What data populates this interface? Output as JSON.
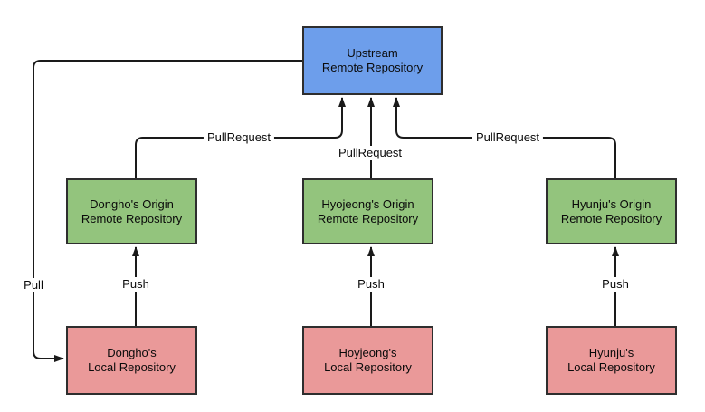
{
  "diagram": {
    "description": "Git workflow diagram with one shared upstream remote repository, three per-user origin remote repositories, and three local repositories"
  },
  "nodes": {
    "upstream": {
      "line1": "Upstream",
      "line2": "Remote Repository",
      "fill": "#6d9eeb"
    },
    "dongho_origin": {
      "line1": "Dongho's Origin",
      "line2": "Remote Repository",
      "fill": "#93c47d"
    },
    "hyojeong_origin": {
      "line1": "Hyojeong's Origin",
      "line2": "Remote Repository",
      "fill": "#93c47d"
    },
    "hyunju_origin": {
      "line1": "Hyunju's Origin",
      "line2": "Remote Repository",
      "fill": "#93c47d"
    },
    "dongho_local": {
      "line1": "Dongho's",
      "line2": "Local Repository",
      "fill": "#ea9999"
    },
    "hoyjeong_local": {
      "line1": "Hoyjeong's",
      "line2": "Local Repository",
      "fill": "#ea9999"
    },
    "hyunju_local": {
      "line1": "Hyunju's",
      "line2": "Local Repository",
      "fill": "#ea9999"
    }
  },
  "edge_labels": {
    "pull": "Pull",
    "push_dongho": "Push",
    "push_hoyjeong": "Push",
    "push_hyunju": "Push",
    "pullrequest_dongho": "PullRequest",
    "pullrequest_hyojeong": "PullRequest",
    "pullrequest_hyunju": "PullRequest"
  },
  "colors": {
    "upstream_fill": "#6d9eeb",
    "origin_fill": "#93c47d",
    "local_fill": "#ea9999",
    "node_border": "#2e2e2e",
    "arrow": "#1a1a1a",
    "background": "#ffffff"
  }
}
